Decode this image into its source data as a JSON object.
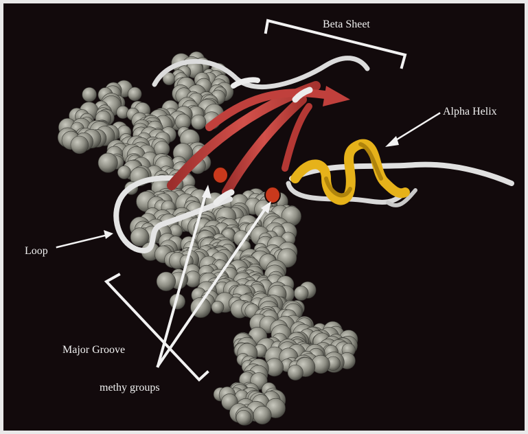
{
  "figure": {
    "labels": {
      "beta_sheet": "Beta Sheet",
      "alpha_helix": "Alpha Helix",
      "loop": "Loop",
      "major_groove": "Major Groove",
      "methyl_groups": "methy groups"
    },
    "colors": {
      "background": "#120a0c",
      "frame": "#e9e9e9",
      "dna_atoms": "#8e8e84",
      "beta_strand": "#c0403c",
      "alpha_helix": "#e6b21a",
      "coil": "#e4e4e4",
      "methyl_marker": "#c9391c",
      "annotation": "#f2f2f2"
    }
  }
}
